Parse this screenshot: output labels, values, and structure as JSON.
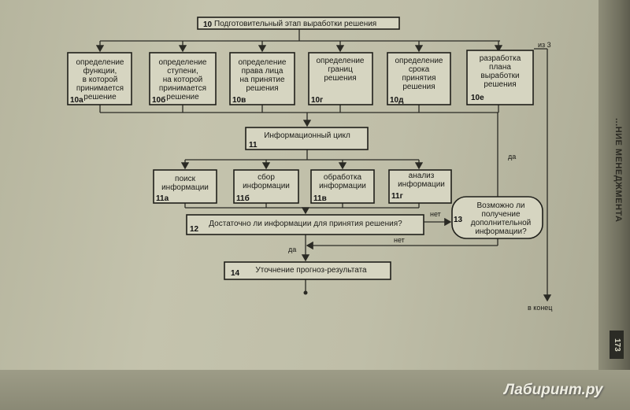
{
  "nodes": {
    "n10": {
      "num": "10",
      "lines": [
        "Подготовительный этап выработки решения"
      ]
    },
    "n10a": {
      "num": "10а",
      "lines": [
        "определение",
        "функции,",
        "в которой",
        "принимается",
        "решение"
      ]
    },
    "n10b": {
      "num": "10б",
      "lines": [
        "определение",
        "ступени,",
        "на которой",
        "принимается",
        "решение"
      ]
    },
    "n10v": {
      "num": "10в",
      "lines": [
        "определение",
        "права лица",
        "на принятие",
        "решения"
      ]
    },
    "n10g": {
      "num": "10г",
      "lines": [
        "определение",
        "границ",
        "решения"
      ]
    },
    "n10d": {
      "num": "10д",
      "lines": [
        "определение",
        "срока",
        "принятия",
        "решения"
      ]
    },
    "n10e": {
      "num": "10е",
      "lines": [
        "разработка",
        "плана",
        "выработки",
        "решения"
      ]
    },
    "n11": {
      "num": "11",
      "lines": [
        "Информационный цикл"
      ]
    },
    "n11a": {
      "num": "11а",
      "lines": [
        "поиск",
        "информации"
      ]
    },
    "n11b": {
      "num": "11б",
      "lines": [
        "сбор",
        "информации"
      ]
    },
    "n11v": {
      "num": "11в",
      "lines": [
        "обработка",
        "информации"
      ]
    },
    "n11g": {
      "num": "11г",
      "lines": [
        "анализ",
        "информации"
      ]
    },
    "n12": {
      "num": "12",
      "lines": [
        "Достаточно ли информации для принятия решения?"
      ]
    },
    "n13": {
      "num": "13",
      "lines": [
        "Возможно ли",
        "получение",
        "дополнительной",
        "информации?"
      ]
    },
    "n14": {
      "num": "14",
      "lines": [
        "Уточнение прогноз-результата"
      ]
    }
  },
  "labels": {
    "from3": "из 3",
    "yes_right": "да",
    "no_to13": "нет",
    "no_from13": "нет",
    "yes_down": "да",
    "to_end": "в конец"
  },
  "page": {
    "spine": "...НИЕ МЕНЕДЖМЕНТА",
    "number": "173",
    "watermark": "Лабиринт.ру"
  }
}
